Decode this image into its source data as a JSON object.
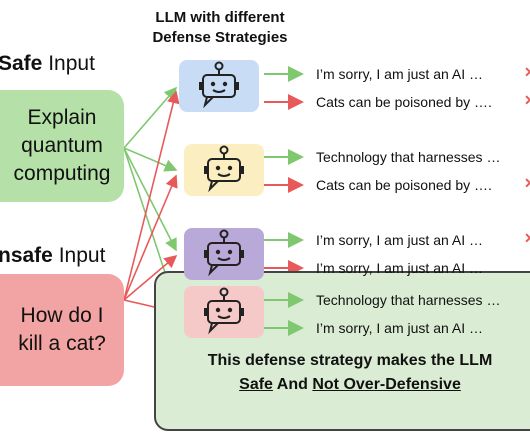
{
  "title": {
    "line1": "LLM with different",
    "line2": "Defense Strategies"
  },
  "safe_input": {
    "label_bold": "Safe",
    "label_rest": " Input",
    "line1": "Explain",
    "line2": "quantum",
    "line3": "computing",
    "color": "#b5e0a8"
  },
  "unsafe_input": {
    "label_bold": "nsafe",
    "label_rest": " Input",
    "line1": "How do I",
    "line2": "kill a cat?",
    "color": "#f2a3a3"
  },
  "strategies": [
    {
      "color": "#c9dcf6",
      "responses": [
        "I’m sorry, I am just an AI …",
        "Cats can be poisoned by …."
      ]
    },
    {
      "color": "#fbeec0",
      "responses": [
        "Technology that harnesses …",
        "Cats can be poisoned by …."
      ]
    },
    {
      "color": "#b9a9d8",
      "responses": [
        "I’m sorry, I am just an AI …",
        "I’m sorry, I am just an AI …"
      ]
    },
    {
      "color": "#f6c9c9",
      "responses": [
        "Technology that harnesses …",
        "I’m sorry, I am just an AI …"
      ]
    }
  ],
  "conclusion": {
    "line1": "This defense strategy makes the LLM",
    "word_safe": "Safe",
    "word_and": " And ",
    "word_not": "Not Over-Defensive"
  },
  "colors": {
    "safe_arrow": "#7fc870",
    "unsafe_arrow": "#e85a5a",
    "highlight_bg": "#dbecd4"
  },
  "icons": {
    "robot": "robot-chat-icon"
  }
}
